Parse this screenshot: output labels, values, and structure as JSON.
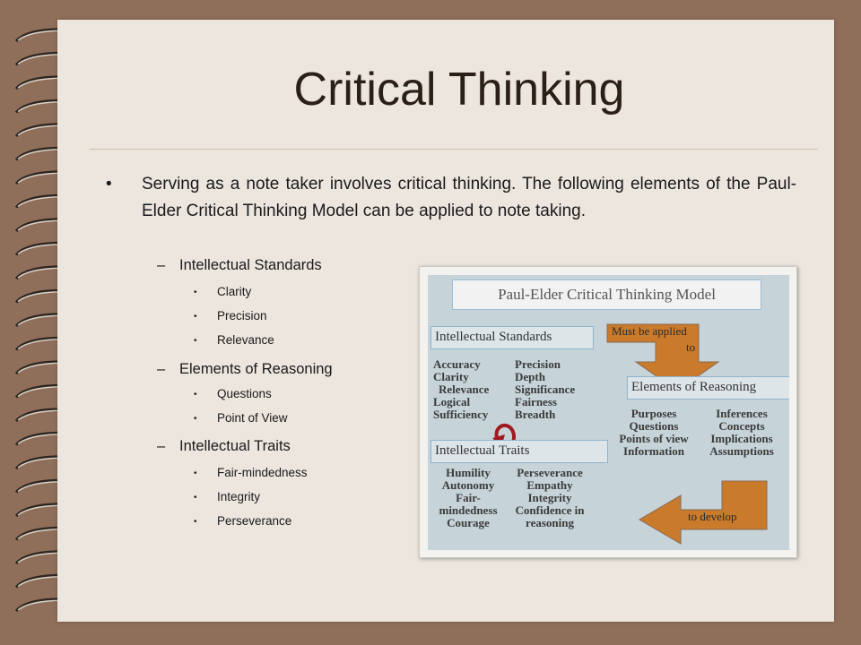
{
  "slide": {
    "title": "Critical Thinking",
    "intro": "Serving as a note taker involves critical thinking.  The following elements of the Paul-Elder Critical Thinking Model can be applied to note taking.",
    "groups": [
      {
        "heading": "Intellectual Standards",
        "items": [
          "Clarity",
          "Precision",
          "Relevance"
        ]
      },
      {
        "heading": "Elements of Reasoning",
        "items": [
          "Questions",
          "Point of View"
        ]
      },
      {
        "heading": "Intellectual Traits",
        "items": [
          "Fair-mindedness",
          "Integrity",
          "Perseverance"
        ]
      }
    ]
  },
  "diagram": {
    "title": "Paul-Elder Critical Thinking Model",
    "standards": {
      "label": "Intellectual Standards",
      "left": [
        "Accuracy",
        "Clarity",
        "Relevance",
        "Logical",
        "Sufficiency"
      ],
      "right": [
        "Precision",
        "Depth",
        "Significance",
        "Fairness",
        "Breadth"
      ]
    },
    "arrow_top_label_1": "Must be applied",
    "arrow_top_label_2": "to",
    "elements": {
      "label": "Elements of Reasoning",
      "left": [
        "Purposes",
        "Questions",
        "Points of view",
        "Information"
      ],
      "right": [
        "Inferences",
        "Concepts",
        "Implications",
        "Assumptions"
      ]
    },
    "traits": {
      "label": "Intellectual Traits",
      "left": [
        "Humility",
        "Autonomy",
        "Fair-",
        "mindedness",
        "Courage"
      ],
      "right": [
        "Perseverance",
        "Empathy",
        "Integrity",
        "Confidence in",
        "reasoning"
      ]
    },
    "arrow_bottom_label": "to develop",
    "colors": {
      "arrow": "#c97a2b",
      "curve": "#a11a22",
      "box_border": "#8db5d1",
      "background": "#c6d3d8"
    }
  }
}
